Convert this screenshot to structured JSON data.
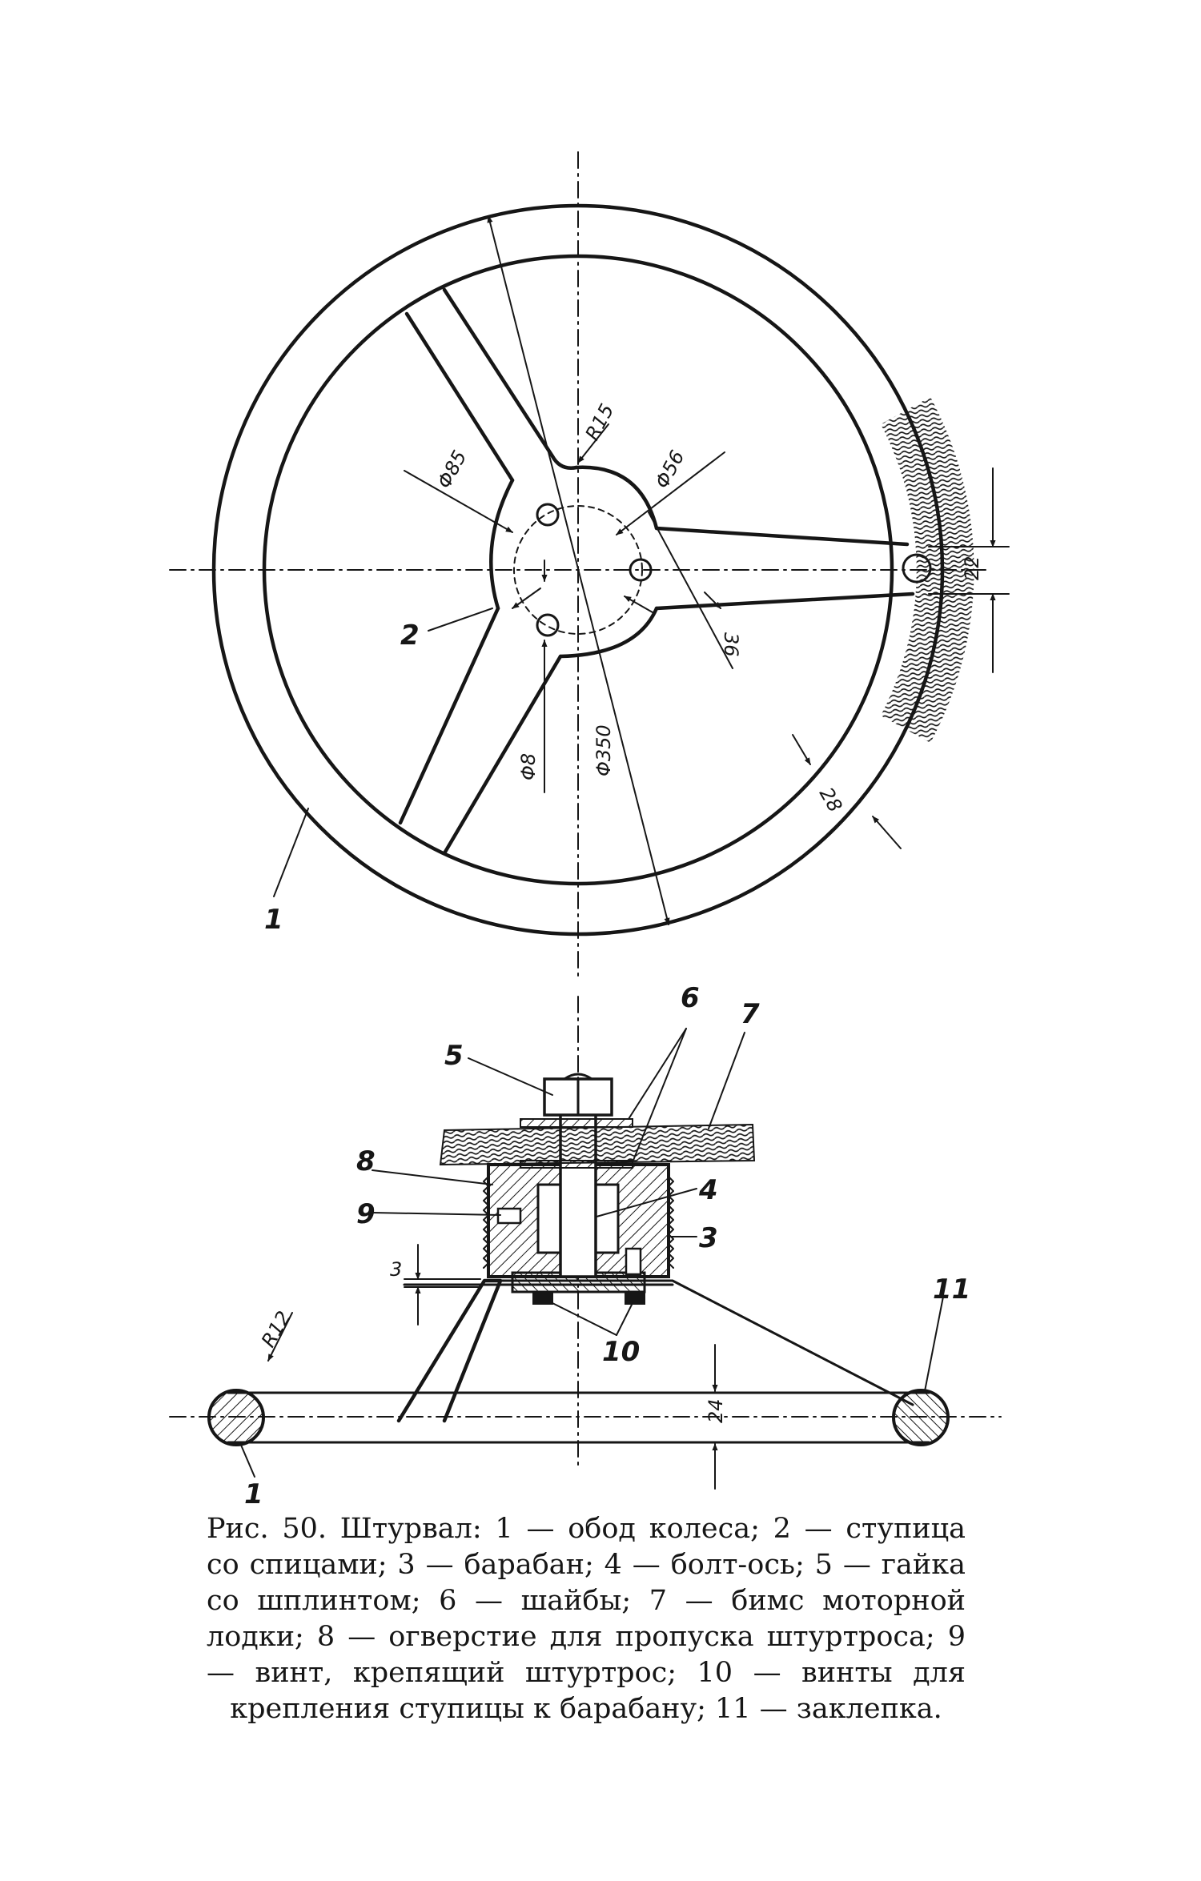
{
  "figure": {
    "caption": "Рис. 50. Штурвал: 1 — обод колеса; 2 — ступица со спицами; 3 — барабан; 4 — болт-ось; 5 — гайка со шплинтом; 6 — шайбы; 7 — бимс моторной лодки; 8 — огверстие для пропуска штуртроса; 9 — винт, крепящий штуртрос; 10 — винты для крепления ступицы к барабану; 11 — заклепка."
  },
  "plan_view": {
    "dimensions": {
      "r15": "R15",
      "d85": "Φ85",
      "d56": "Φ56",
      "d36": "36",
      "d22": "22",
      "d8": "Φ8",
      "d350": "Φ350",
      "d28": "28"
    },
    "callouts": {
      "rim": "1",
      "hub": "2"
    }
  },
  "section_view": {
    "dimensions": {
      "r12": "R12",
      "d3": "3",
      "d24": "24"
    },
    "callouts": {
      "nut": "5",
      "washers": "6",
      "beam": "7",
      "hole": "8",
      "screw": "9",
      "bolt_axis": "4",
      "drum": "3",
      "hub_screws": "10",
      "rivet": "11",
      "rim": "1"
    }
  },
  "colors": {
    "ink": "#161616",
    "paper": "#ffffff"
  }
}
